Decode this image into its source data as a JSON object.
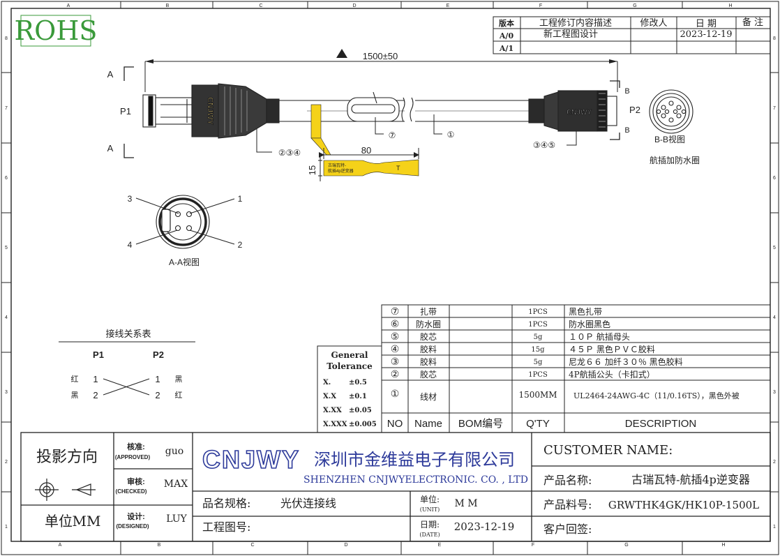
{
  "grid": {
    "cols": [
      "A",
      "B",
      "C",
      "D",
      "E",
      "F",
      "G",
      "H"
    ],
    "rows": [
      "8",
      "7",
      "6",
      "5",
      "4",
      "3",
      "2",
      "1"
    ]
  },
  "rohs": "ROHS",
  "revision": {
    "headers": [
      "版本",
      "工程修订内容描述",
      "修改人",
      "日 期",
      "备 注"
    ],
    "rows": [
      [
        "A/0",
        "新工程图设计",
        "",
        "2023-12-19",
        ""
      ],
      [
        "A/1",
        "",
        "",
        "",
        ""
      ]
    ]
  },
  "drawing": {
    "length": "1500±50",
    "section_a": "A",
    "section_b": "B",
    "p1": "P1",
    "p2": "P2",
    "callout_tie": "⑦",
    "callout_wire": "①",
    "callout_p1": "②③④",
    "callout_p2": "③④⑤",
    "brand_mark": "CNJWY",
    "label_width": "80",
    "label_height": "15",
    "label_line1": "古瑞瓦特-",
    "label_line2": "航插4p逆变器",
    "label_t": "T",
    "bb_view": "B-B视图",
    "bb_note": "航插加防水圈",
    "aa_view": "A-A视图",
    "pin1": "1",
    "pin2": "2",
    "pin3": "3",
    "pin4": "4"
  },
  "wiring": {
    "title": "接线关系表",
    "p1": "P1",
    "p2": "P2",
    "rows": [
      {
        "c1": "红",
        "n1": "1",
        "n2": "1",
        "c2": "黑"
      },
      {
        "c1": "黑",
        "n1": "2",
        "n2": "2",
        "c2": "红"
      }
    ]
  },
  "tolerance": {
    "title1": "General",
    "title2": "Tolerance",
    "rows": [
      [
        "X.",
        "±0.5"
      ],
      [
        "X.X",
        "±0.1"
      ],
      [
        "X.XX",
        "±0.05"
      ],
      [
        "X.XXX",
        "±0.005"
      ]
    ]
  },
  "bom": {
    "headers": [
      "NO",
      "Name",
      "BOM编号",
      "Q'TY",
      "DESCRIPTION"
    ],
    "rows": [
      [
        "⑦",
        "扎带",
        "",
        "1PCS",
        "黑色扎带"
      ],
      [
        "⑥",
        "防水圈",
        "",
        "1PCS",
        "防水圈黑色"
      ],
      [
        "⑤",
        "胶芯",
        "",
        "5g",
        "１０Ｐ 航插母头"
      ],
      [
        "④",
        "胶料",
        "",
        "15g",
        "４５Ｐ 黑色ＰＶＣ胶料"
      ],
      [
        "③",
        "胶料",
        "",
        "5g",
        "尼龙６６ 加纤３０％ 黑色胶料"
      ],
      [
        "②",
        "胶芯",
        "",
        "1PCS",
        "4P航插公头（卡扣式）"
      ],
      [
        "①",
        "线材",
        "",
        "1500MM",
        "UL2464-24AWG-4C（11/0.16TS），黑色外被"
      ]
    ]
  },
  "title_block": {
    "projection": "投影方向",
    "unit_label": "单位",
    "unit_value": "MM",
    "approved_cn": "核准:",
    "approved_en": "(APPROVED)",
    "approved_name": "guo",
    "checked_cn": "审核:",
    "checked_en": "(CHECKED)",
    "checked_name": "MAX",
    "designed_cn": "设计:",
    "designed_en": "(DESIGNED)",
    "designed_name": "LUY",
    "logo": "CNJWY",
    "company_cn": "深圳市金维益电子有限公司",
    "company_en": "SHENZHEN CNJWYELECTRONIC. CO. , LTD",
    "spec_label": "品名规格:",
    "spec_value": "光伏连接线",
    "drawing_no_label": "工程图号:",
    "unit_cn": "单位:",
    "unit_en": "(UNIT)",
    "unit_val": "M M",
    "date_cn": "日期:",
    "date_en": "(DATE)",
    "date_val": "2023-12-19",
    "customer": "CUSTOMER NAME:",
    "product_name_label": "产品名称:",
    "product_name": "古瑞瓦特-航插4p逆变器",
    "part_no_label": "产品料号:",
    "part_no": "GRWTHK4GK/HK10P-1500L",
    "sign_label": "客户回签:"
  },
  "colors": {
    "label_yellow": "#f5d219",
    "logo_blue": "#2d3a9a",
    "rohs_green": "#3a9a3a",
    "line": "#222222"
  }
}
